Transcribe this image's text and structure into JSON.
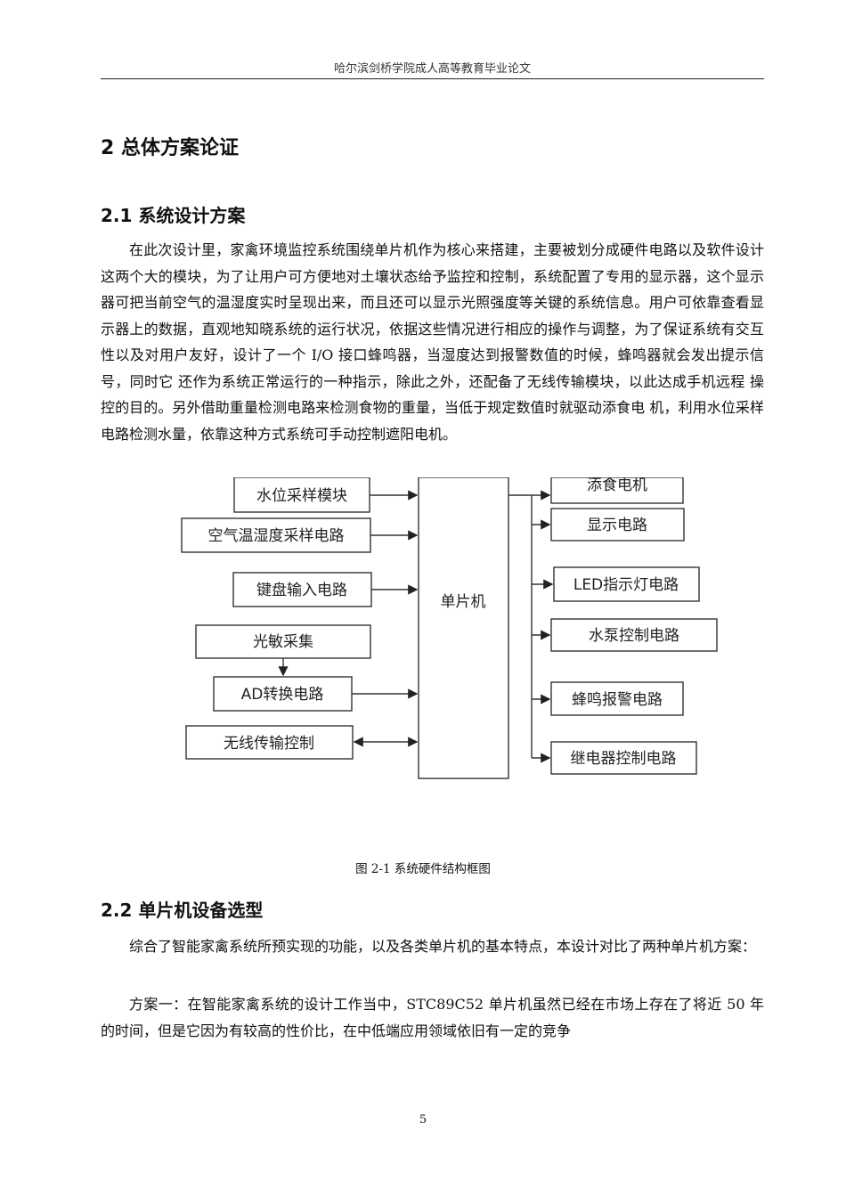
{
  "header": {
    "title": "哈尔滨剑桥学院成人高等教育毕业论文"
  },
  "chapter": {
    "heading": "2  总体方案论证"
  },
  "section_2_1": {
    "heading": "2.1  系统设计方案",
    "paragraph": "在此次设计里，家禽环境监控系统围绕单片机作为核心来搭建，主要被划分成硬件电路以及软件设计这两个大的模块，为了让用户可方便地对土壤状态给予监控和控制，系统配置了专用的显示器，这个显示器可把当前空气的温湿度实时呈现出来，而且还可以显示光照强度等关键的系统信息。用户可依靠查看显示器上的数据，直观地知晓系统的运行状况，依据这些情况进行相应的操作与调整，为了保证系统有交互性以及对用户友好，设计了一个 I/O 接口蜂鸣器，当湿度达到报警数值的时候，蜂鸣器就会发出提示信号，同时它 还作为系统正常运行的一种指示，除此之外，还配备了无线传输模块，以此达成手机远程 操控的目的。另外借助重量检测电路来检测食物的重量，当低于规定数值时就驱动添食电 机，利用水位采样电路检测水量，依靠这种方式系统可手动控制遮阳电机。"
  },
  "diagram": {
    "center": "单片机",
    "inputs": [
      "水位采样模块",
      "空气温湿度采样电路",
      "键盘输入电路",
      "光敏采集",
      "AD转换电路",
      "无线传输控制"
    ],
    "outputs": [
      "添食电机",
      "显示电路",
      "LED指示灯电路",
      "水泵控制电路",
      "蜂鸣报警电路",
      "继电器控制电路"
    ]
  },
  "figure": {
    "caption": "图 2-1  系统硬件结构框图"
  },
  "section_2_2": {
    "heading": "2.2  单片机设备选型",
    "paragraph1": "综合了智能家禽系统所预实现的功能，以及各类单片机的基本特点，本设计对比了两种单片机方案：",
    "paragraph2": "方案一：在智能家禽系统的设计工作当中，STC89C52 单片机虽然已经在市场上存在了将近 50 年的时间，但是它因为有较高的性价比，在中低端应用领域依旧有一定的竞争"
  },
  "page": {
    "number": "5"
  }
}
